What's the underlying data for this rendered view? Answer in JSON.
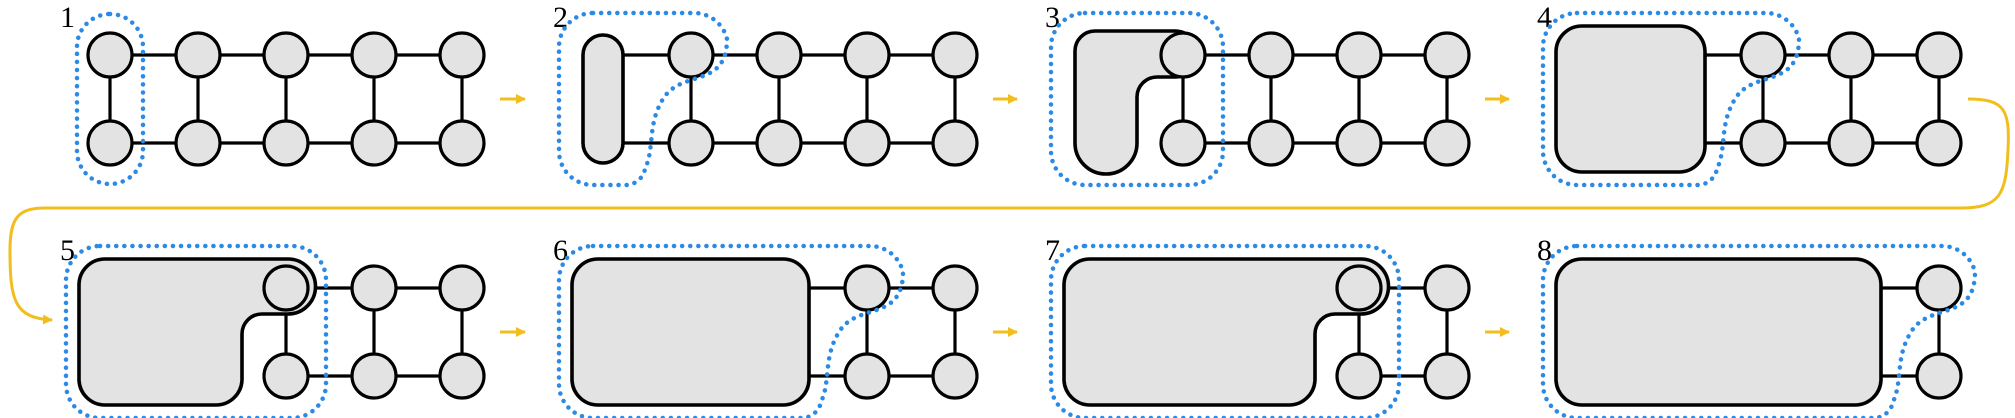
{
  "colors": {
    "dotted_outline": "#2b8ae6",
    "arrow": "#f2be1d",
    "node_fill": "#e3e3e3",
    "stroke": "#000000"
  },
  "steps": [
    {
      "label": "1",
      "merged": 0
    },
    {
      "label": "2",
      "merged": 2
    },
    {
      "label": "3",
      "merged": 3
    },
    {
      "label": "4",
      "merged": 4
    },
    {
      "label": "5",
      "merged": 5
    },
    {
      "label": "6",
      "merged": 6
    },
    {
      "label": "7",
      "merged": 7
    },
    {
      "label": "8",
      "merged": 8
    }
  ],
  "graph": {
    "columns": 5,
    "rows": 2
  }
}
